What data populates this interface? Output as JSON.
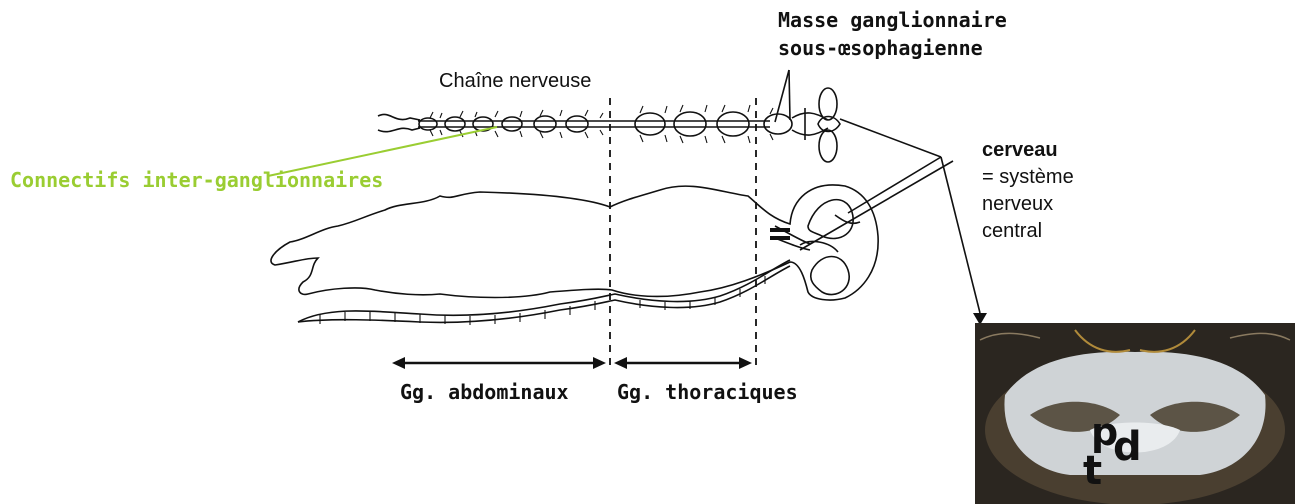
{
  "labels": {
    "chain": "Chaîne nerveuse",
    "masse_line1": "Masse ganglionnaire",
    "masse_line2": "sous-œsophagienne",
    "connectifs": "Connectifs inter-ganglionnaires",
    "cerveau_title": "cerveau",
    "cerveau_line2": "= système",
    "cerveau_line3": "nerveux",
    "cerveau_line4": "central",
    "abdominaux": "Gg. abdominaux",
    "thoraciques": "Gg. thoraciques"
  },
  "photo": {
    "letter_p": "p",
    "letter_d": "d",
    "letter_t": "t"
  },
  "colors": {
    "connectifs": "#9acd32",
    "lines": "#111111",
    "photo_bg": "#2b2620"
  }
}
